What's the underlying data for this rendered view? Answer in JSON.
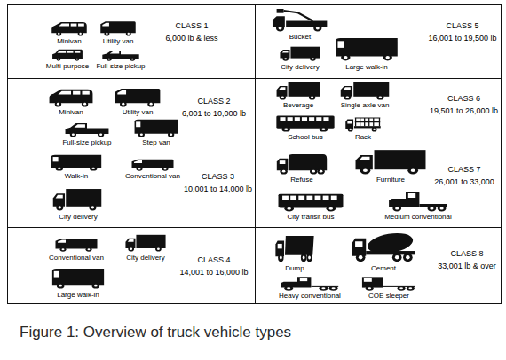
{
  "diagram": {
    "caption": "Figure 1: Overview of truck vehicle types",
    "nodes": [
      {
        "text": [
          "CLASS 1",
          "6,000 lb & less"
        ]
      },
      {
        "text": [
          "CLASS 2",
          "6,001 to 10,000 lb"
        ]
      },
      {
        "text": [
          "CLASS 3",
          "10,001 to 14,000 lb"
        ]
      },
      {
        "text": [
          "CLASS 4",
          "14,001 to 16,000 lb"
        ]
      },
      {
        "text": [
          "CLASS 5",
          "16,001 to 19,500 lb"
        ]
      },
      {
        "text": [
          "CLASS 6",
          "19,501 to 26,000 lb"
        ]
      },
      {
        "text": [
          "CLASS 7",
          "26,001 to 33,000"
        ]
      },
      {
        "text": [
          "CLASS 8",
          "33,001 lb & over"
        ]
      }
    ],
    "labels": [
      "Minivan",
      "Utility van",
      "Multi-purpose",
      "Full-size pickup",
      "Minivan",
      "Utility van",
      "Full-size pickup",
      "Step van",
      "Walk-in",
      "Conventional van",
      "City delivery",
      "Conventional van",
      "City delivery",
      "Large walk-in",
      "Bucket",
      "City delivery",
      "Large walk-in",
      "Beverage",
      "Single-axle van",
      "School bus",
      "Rack",
      "Refuse",
      "Furniture",
      "City transit bus",
      "Medium conventional",
      "Dump",
      "Cement",
      "Heavy conventional",
      "COE sleeper"
    ]
  }
}
